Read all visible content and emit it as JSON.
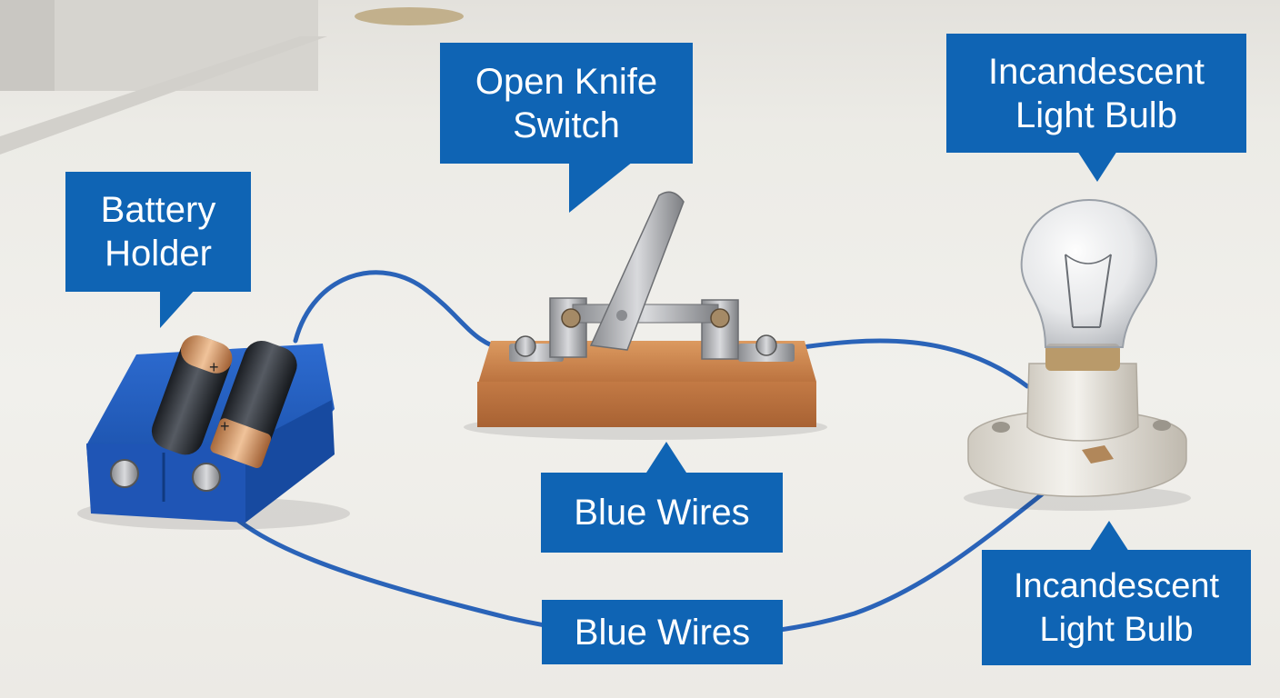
{
  "labels": {
    "battery_holder": {
      "line1": "Battery",
      "line2": "Holder"
    },
    "knife_switch": {
      "line1": "Open Knife",
      "line2": "Switch"
    },
    "bulb_top": {
      "line1": "Incandescent",
      "line2": "Light Bulb"
    },
    "wires_middle": {
      "text": "Blue Wires"
    },
    "wires_bottom": {
      "text": "Blue Wires"
    },
    "bulb_bottom": {
      "line1": "Incandescent",
      "line2": "Light Bulb"
    }
  },
  "battery_marks": {
    "plus_left": "+",
    "plus_right": "+"
  },
  "colors": {
    "callout_bg": "#0f64b4",
    "callout_text": "#ffffff",
    "wire": "#2a63b8",
    "battery_holder": "#1f55b5",
    "wood_base": "#c9804a",
    "table": "#efeee9"
  },
  "icons": [
    "battery-holder",
    "knife-switch",
    "light-bulb",
    "bulb-socket",
    "wire"
  ]
}
